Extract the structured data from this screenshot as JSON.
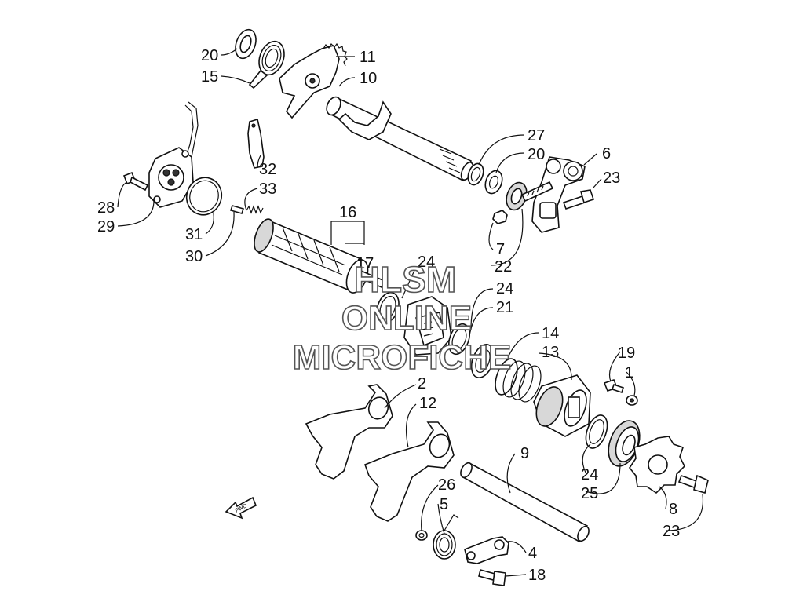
{
  "diagram": {
    "watermark": {
      "line1": "HLSM",
      "line2": "ONLINE",
      "line3": "MICROFICHE"
    },
    "direction_label": "FWD",
    "callouts": [
      {
        "id": "c20a",
        "text": "20"
      },
      {
        "id": "c15",
        "text": "15"
      },
      {
        "id": "c11",
        "text": "11"
      },
      {
        "id": "c10",
        "text": "10"
      },
      {
        "id": "c27",
        "text": "27"
      },
      {
        "id": "c20b",
        "text": "20"
      },
      {
        "id": "c6",
        "text": "6"
      },
      {
        "id": "c23a",
        "text": "23"
      },
      {
        "id": "c32",
        "text": "32"
      },
      {
        "id": "c33",
        "text": "33"
      },
      {
        "id": "c28",
        "text": "28"
      },
      {
        "id": "c29",
        "text": "29"
      },
      {
        "id": "c16",
        "text": "16"
      },
      {
        "id": "c31",
        "text": "31"
      },
      {
        "id": "c30",
        "text": "30"
      },
      {
        "id": "c7",
        "text": "7"
      },
      {
        "id": "c17",
        "text": "17"
      },
      {
        "id": "c24a",
        "text": "24"
      },
      {
        "id": "c22",
        "text": "22"
      },
      {
        "id": "c24b",
        "text": "24"
      },
      {
        "id": "c21",
        "text": "21"
      },
      {
        "id": "c14",
        "text": "14"
      },
      {
        "id": "c13",
        "text": "13"
      },
      {
        "id": "c19",
        "text": "19"
      },
      {
        "id": "c1",
        "text": "1"
      },
      {
        "id": "c2",
        "text": "2"
      },
      {
        "id": "c12",
        "text": "12"
      },
      {
        "id": "c9",
        "text": "9"
      },
      {
        "id": "c24c",
        "text": "24"
      },
      {
        "id": "c25",
        "text": "25"
      },
      {
        "id": "c26",
        "text": "26"
      },
      {
        "id": "c5",
        "text": "5"
      },
      {
        "id": "c8",
        "text": "8"
      },
      {
        "id": "c23b",
        "text": "23"
      },
      {
        "id": "c4",
        "text": "4"
      },
      {
        "id": "c18",
        "text": "18"
      }
    ]
  }
}
